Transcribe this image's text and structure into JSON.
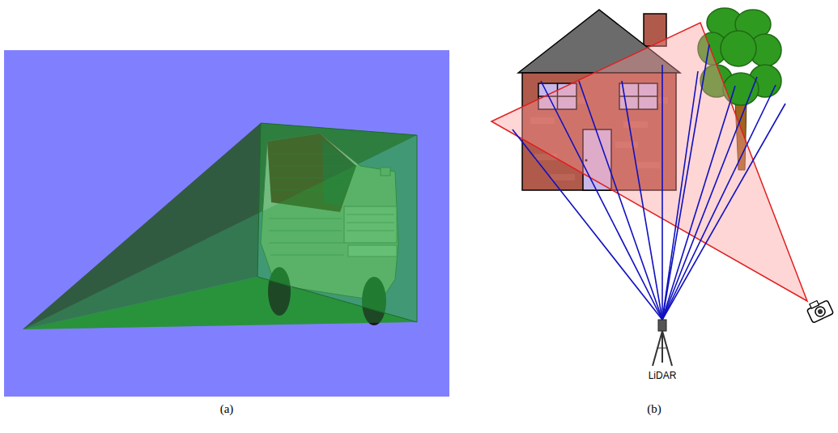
{
  "diagram": {
    "labels": [
      "(a)",
      "(b)",
      "LiDAR"
    ]
  }
}
